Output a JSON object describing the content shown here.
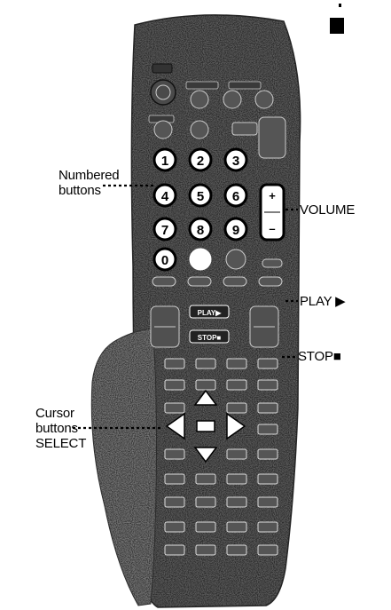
{
  "corner_mark_icon": "filled-square-icon",
  "callouts": {
    "numbered_buttons": [
      "Numbered",
      "buttons"
    ],
    "volume": "VOLUME",
    "play": "PLAY ▶",
    "stop": "STOP■",
    "cursor_select": [
      "Cursor",
      "buttons",
      "SELECT"
    ]
  },
  "keypad_digits": [
    "1",
    "2",
    "3",
    "4",
    "5",
    "6",
    "7",
    "8",
    "9",
    "0"
  ],
  "volume_rocker": {
    "plus": "+",
    "minus": "–"
  },
  "transport_buttons": {
    "play": "PLAY▶",
    "stop": "STOP■"
  },
  "dpad_icons": [
    "arrow-up-icon",
    "arrow-down-icon",
    "arrow-left-icon",
    "arrow-right-icon",
    "select-button-icon"
  ],
  "colors": {
    "remote_body": "#5d5d5d",
    "ink": "#000000",
    "paper": "#ffffff"
  }
}
